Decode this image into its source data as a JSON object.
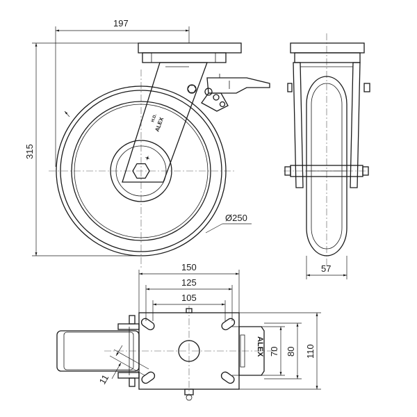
{
  "dimensions": {
    "plate_offset": "197",
    "height": "315",
    "wheel_diameter": "Ø250",
    "wheel_width": "57",
    "plate_length": "150",
    "hole_spacing_outer": "125",
    "hole_spacing_inner": "105",
    "hole_spacing_narrow": "70",
    "hole_spacing_wide": "80",
    "plate_width": "110",
    "slot_width": "11"
  },
  "marks": {
    "brand": "ALEX"
  }
}
